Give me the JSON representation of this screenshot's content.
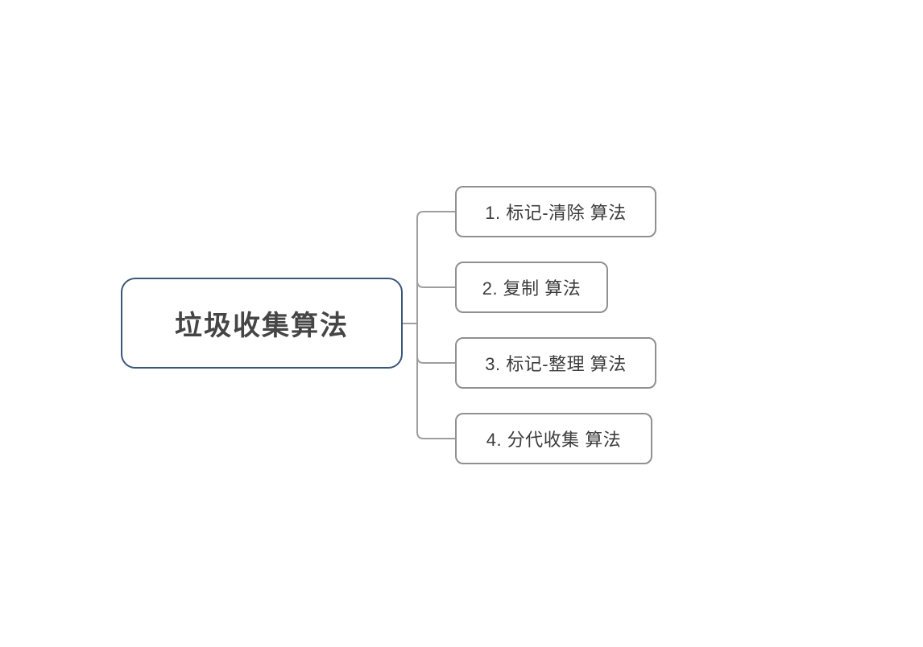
{
  "diagram": {
    "type": "mindmap",
    "root": {
      "label": "垃圾收集算法"
    },
    "children": [
      {
        "id": 1,
        "label": "1. 标记-清除 算法"
      },
      {
        "id": 2,
        "label": "2. 复制 算法"
      },
      {
        "id": 3,
        "label": "3. 标记-整理 算法"
      },
      {
        "id": 4,
        "label": "4. 分代收集 算法"
      }
    ],
    "colors": {
      "root_border": "#3a5678",
      "child_border": "#909090",
      "connector": "#9e9e9e",
      "root_text": "#454545",
      "child_text": "#3c3c3c",
      "background": "#ffffff"
    }
  }
}
